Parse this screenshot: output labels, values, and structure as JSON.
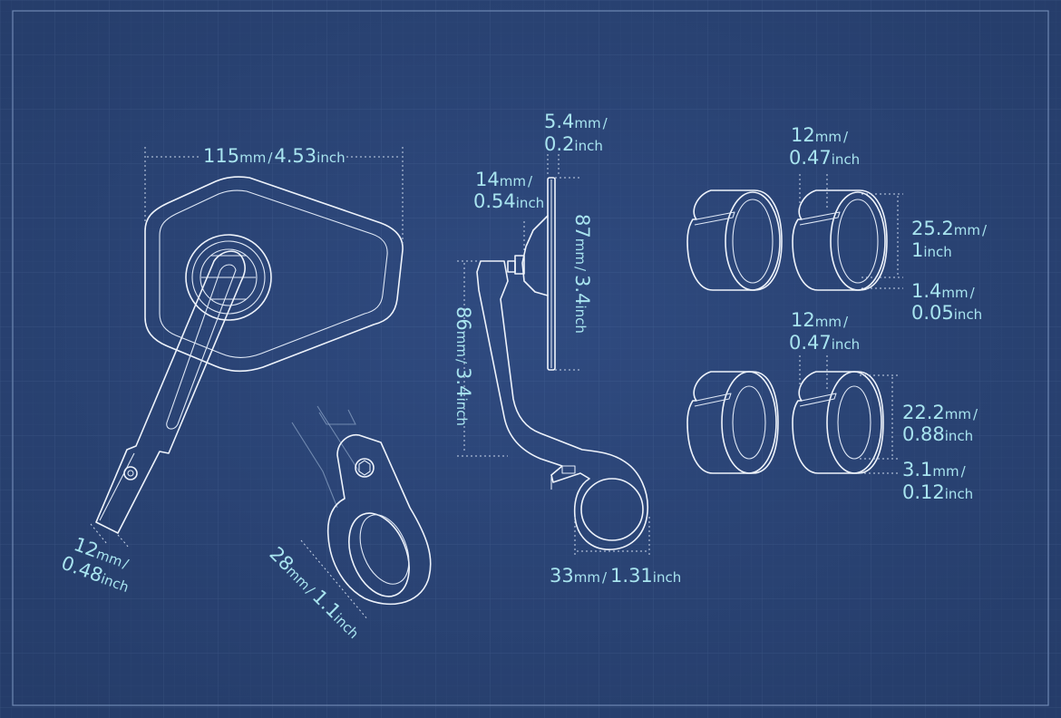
{
  "colors": {
    "background": "#2b4474",
    "grid_minor": "#3a5584",
    "grid_major": "#4a6594",
    "frame": "#6f88b3",
    "drawing": "#eef3fb",
    "dimension_text": "#a8e4ef"
  },
  "dimensions": {
    "mirror_width": {
      "mm": "115",
      "mm_unit": "mm",
      "sep": "/",
      "in": "4.53",
      "in_unit": "inch"
    },
    "arm_clamp": {
      "mm": "12",
      "mm_unit": "mm",
      "sep": "/",
      "in": "0.48",
      "in_unit": "inch"
    },
    "clamp_ring": {
      "mm": "28",
      "mm_unit": "mm",
      "sep": "/",
      "in": "1.1",
      "in_unit": "inch"
    },
    "glass_thickness": {
      "mm": "5.4",
      "mm_unit": "mm",
      "sep": "/",
      "in": "0.2",
      "in_unit": "inch"
    },
    "stem_offset": {
      "mm": "14",
      "mm_unit": "mm",
      "sep": "/",
      "in": "0.54",
      "in_unit": "inch"
    },
    "glass_height": {
      "mm": "87",
      "mm_unit": "mm",
      "sep": "/",
      "in": "3.4",
      "in_unit": "inch"
    },
    "arm_height": {
      "mm": "86",
      "mm_unit": "mm",
      "sep": "/",
      "in": "3.4",
      "in_unit": "inch"
    },
    "clamp_diameter": {
      "mm": "33",
      "mm_unit": "mm",
      "sep": "/",
      "in": "1.31",
      "in_unit": "inch"
    },
    "spacer1_width": {
      "mm": "12",
      "mm_unit": "mm",
      "sep": "/",
      "in": "0.47",
      "in_unit": "inch"
    },
    "spacer1_diameter": {
      "mm": "25.2",
      "mm_unit": "mm",
      "sep": "/",
      "in": "1",
      "in_unit": "inch"
    },
    "spacer1_thickness": {
      "mm": "1.4",
      "mm_unit": "mm",
      "sep": "/",
      "in": "0.05",
      "in_unit": "inch"
    },
    "spacer2_width": {
      "mm": "12",
      "mm_unit": "mm",
      "sep": "/",
      "in": "0.47",
      "in_unit": "inch"
    },
    "spacer2_diameter": {
      "mm": "22.2",
      "mm_unit": "mm",
      "sep": "/",
      "in": "0.88",
      "in_unit": "inch"
    },
    "spacer2_thickness": {
      "mm": "3.1",
      "mm_unit": "mm",
      "sep": "/",
      "in": "0.12",
      "in_unit": "inch"
    }
  }
}
